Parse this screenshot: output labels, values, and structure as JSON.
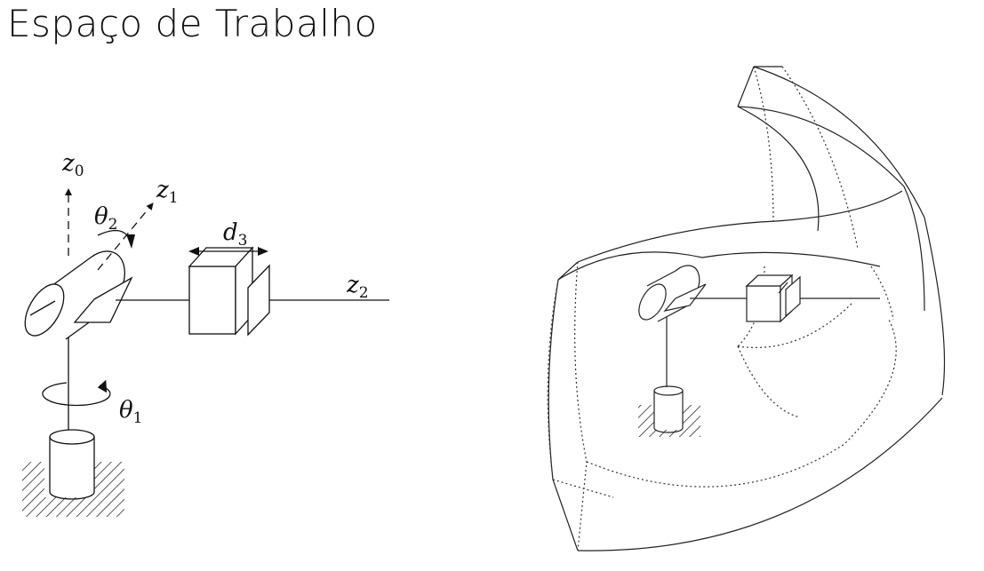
{
  "title": "Espaço de Trabalho",
  "labels": {
    "z0": {
      "base": "z",
      "sub": "0"
    },
    "z1": {
      "base": "z",
      "sub": "1"
    },
    "z2": {
      "base": "z",
      "sub": "2"
    },
    "theta1": {
      "base": "θ",
      "sub": "1"
    },
    "theta2": {
      "base": "θ",
      "sub": "2"
    },
    "d3": {
      "base": "d",
      "sub": "3"
    }
  }
}
